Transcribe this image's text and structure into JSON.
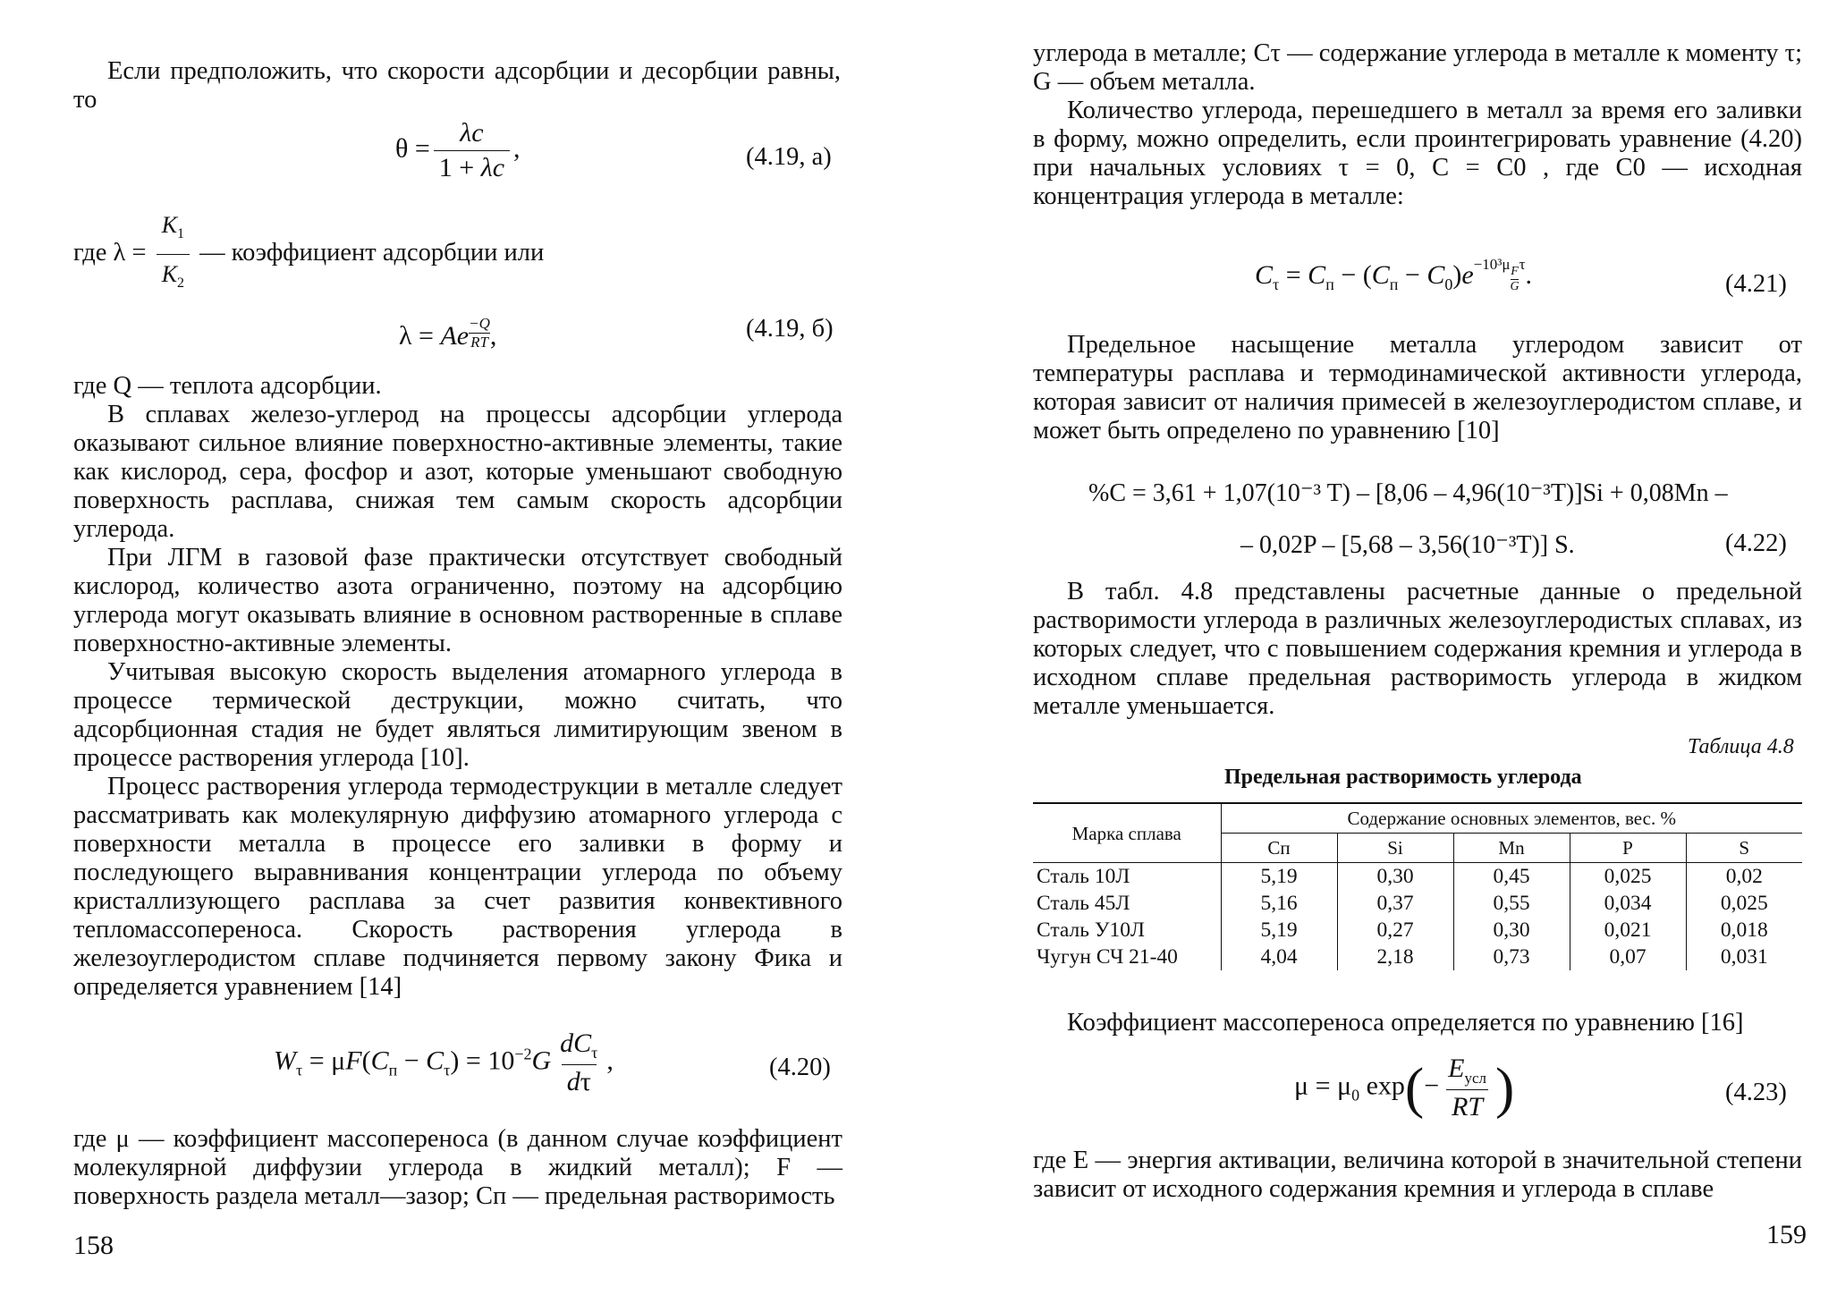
{
  "left": {
    "p1": "Если предположить, что скорости адсорбции и десорбции равны, то",
    "eq419a_num": "(4.19, а)",
    "p2_pre": "где λ = ",
    "p2_post": " — коэффициент адсорбции или",
    "eq419b_num": "(4.19, б)",
    "p3": "где Q — теплота адсорбции.",
    "p4": "В сплавах железо-углерод на процессы адсорбции углерода оказывают сильное влияние поверхностно-активные элементы, такие как кислород, сера, фосфор и азот, которые уменьшают свободную поверхность расплава, снижая тем самым скорость адсорбции углерода.",
    "p5": "При ЛГМ в газовой фазе практически отсутствует свободный кислород, количество азота ограниченно, поэтому на адсорбцию углерода могут оказывать влияние в основном растворенные в сплаве поверхностно-активные элементы.",
    "p6": "Учитывая высокую скорость выделения атомарного углерода в процессе термической деструкции, можно считать, что адсорбционная стадия не будет являться лимитирующим звеном в процессе растворения углерода [10].",
    "p7": "Процесс растворения углерода термодеструкции в металле следует рассматривать как молекулярную диффузию атомарного углерода с поверхности металла в процессе его заливки в форму и последующего выравнивания концентрации углерода по объему кристаллизующего расплава за счет развития конвективного тепломассопереноса. Скорость растворения углерода в железоуглеродистом сплаве подчиняется первому закону Фика и определяется уравнением [14]",
    "eq420_num": "(4.20)",
    "p8": "где μ — коэффициент массопереноса (в данном случае коэффициент молекулярной диффузии углерода в жидкий металл); F — поверхность раздела металл—зазор; Cп — предельная растворимость",
    "page_number": "158"
  },
  "right": {
    "p1": "углерода в металле; Cτ — содержание углерода в металле к моменту τ; G — объем металла.",
    "p2": "Количество углерода, перешедшего в металл за время его заливки в форму, можно определить, если проинтегрировать уравнение (4.20) при начальных условиях τ = 0, C = C0 , где C0 — исходная концентрация углерода в металле:",
    "eq421_num": "(4.21)",
    "p3": "Предельное насыщение металла углеродом зависит от температуры расплава и термодинамической активности углерода, которая зависит от наличия примесей в железоуглеродистом сплаве, и может быть определено по уравнению [10]",
    "eq422_line1": "%C = 3,61 + 1,07(10⁻³ T) – [8,06 – 4,96(10⁻³T)]Si + 0,08Mn –",
    "eq422_line2": "– 0,02P – [5,68 – 3,56(10⁻³T)] S.",
    "eq422_num": "(4.22)",
    "p4": "В табл. 4.8 представлены расчетные данные о предельной растворимости углерода в различных железоуглеродистых сплавах, из которых следует, что с повышением содержания кремния и углерода в исходном сплаве предельная растворимость углерода в жидком металле уменьшается.",
    "table_caption": "Таблица 4.8",
    "table_title": "Предельная растворимость углерода",
    "table": {
      "col_grade": "Марка сплава",
      "group_header": "Содержание основных элементов, вес. %",
      "columns": [
        "Cп",
        "Si",
        "Mn",
        "P",
        "S"
      ],
      "rows": [
        {
          "grade": "Сталь 10Л",
          "values": [
            "5,19",
            "0,30",
            "0,45",
            "0,025",
            "0,02"
          ]
        },
        {
          "grade": "Сталь 45Л",
          "values": [
            "5,16",
            "0,37",
            "0,55",
            "0,034",
            "0,025"
          ]
        },
        {
          "grade": "Сталь У10Л",
          "values": [
            "5,19",
            "0,27",
            "0,30",
            "0,021",
            "0,018"
          ]
        },
        {
          "grade": "Чугун СЧ 21-40",
          "values": [
            "4,04",
            "2,18",
            "0,73",
            "0,07",
            "0,031"
          ]
        }
      ]
    },
    "p5": "Коэффициент массопереноса определяется по уравнению [16]",
    "eq423_num": "(4.23)",
    "p6": "где E — энергия активации, величина которой в значительной степени зависит от исходного содержания кремния и углерода в сплаве",
    "page_number": "159"
  }
}
